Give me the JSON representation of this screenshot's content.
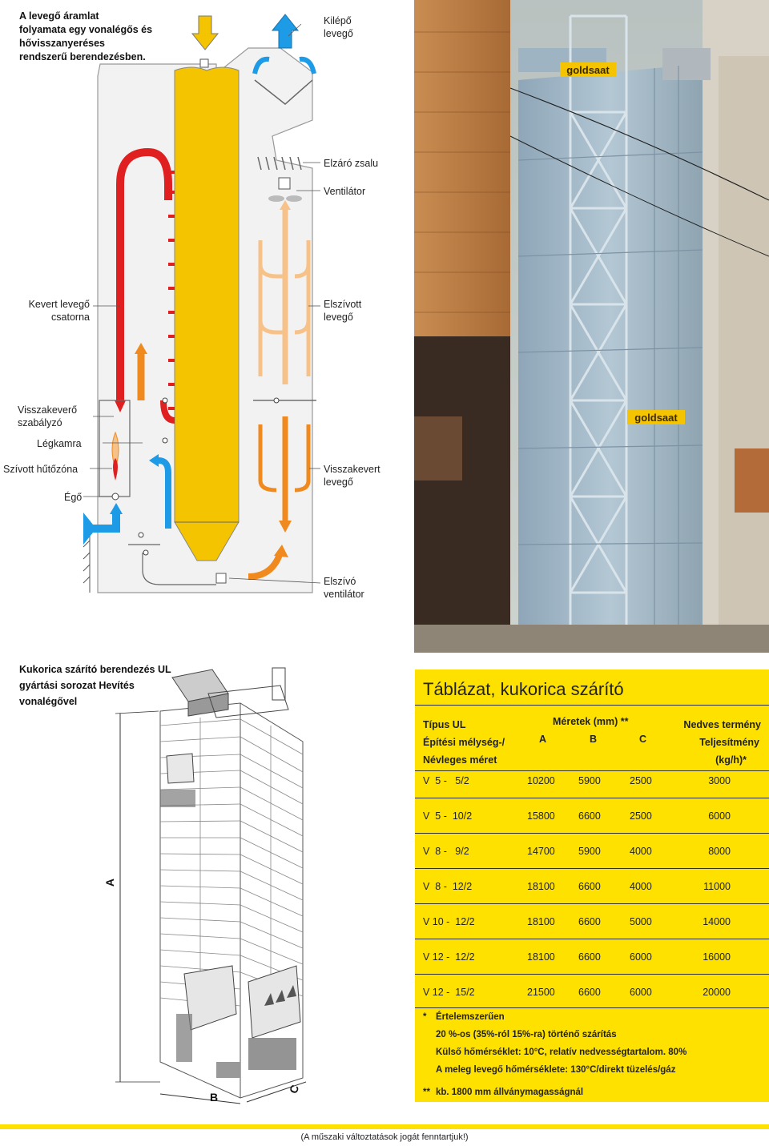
{
  "intro_text": [
    "A levegő áramlat",
    "folyamata egy vonalégős és",
    "hővisszanyeréses",
    "rendszerű berendezésben."
  ],
  "labels": {
    "exit_air": [
      "Kilépő",
      "levegő"
    ],
    "shutter": "Elzáró  zsalu",
    "fan": "Ventilátor",
    "mixed_air_duct": [
      "Kevert  levegő",
      "csatorna"
    ],
    "extracted_air": [
      "Elszívott",
      "levegő"
    ],
    "recirc_regulator": [
      "Visszakeverő",
      "szabályzó"
    ],
    "air_chamber": "Légkamra",
    "cooling_zone": "Szívott  hűtőzóna",
    "burner": "Égő",
    "recirc_air": [
      "Visszakevert",
      "levegő"
    ],
    "exhaust_fan": [
      "Elszívó",
      "ventilátor"
    ]
  },
  "drawing": {
    "caption": [
      "Kukorica szárító berendezés UL",
      "gyártási sorozat Hevítés",
      "vonalégővel"
    ],
    "dim_a": "A",
    "dim_b": "B",
    "dim_c": "C"
  },
  "photo": {
    "logo_top": "goldsaat",
    "logo_mid": "goldsaat"
  },
  "table": {
    "title": "Táblázat, kukorica szárító",
    "header": {
      "type_lines": [
        "Típus UL",
        "Építési mélység-/",
        "Névleges méret"
      ],
      "dims_title": "Méretek (mm) **",
      "dims_cols": [
        "A",
        "B",
        "C"
      ],
      "perf_lines": [
        "Nedves termény",
        "Teljesítmény",
        "(kg/h)*"
      ]
    },
    "rows": [
      {
        "type": "V  5 -   5/2",
        "a": "10200",
        "b": "5900",
        "c": "2500",
        "perf": "3000"
      },
      {
        "type": "V  5 -  10/2",
        "a": "15800",
        "b": "6600",
        "c": "2500",
        "perf": "6000"
      },
      {
        "type": "V  8 -   9/2",
        "a": "14700",
        "b": "5900",
        "c": "4000",
        "perf": "8000"
      },
      {
        "type": "V  8 -  12/2",
        "a": "18100",
        "b": "6600",
        "c": "4000",
        "perf": "11000"
      },
      {
        "type": "V 10 -  12/2",
        "a": "18100",
        "b": "6600",
        "c": "5000",
        "perf": "14000"
      },
      {
        "type": "V 12 -  12/2",
        "a": "18100",
        "b": "6600",
        "c": "6000",
        "perf": "16000"
      },
      {
        "type": "V 12 -  15/2",
        "a": "21500",
        "b": "6600",
        "c": "6000",
        "perf": "20000"
      }
    ],
    "notes": {
      "star_mark": "*",
      "star_title": "Értelemszerűen",
      "star_lines": [
        "20 %-os (35%-ról 15%-ra) történő szárítás",
        "Külső hőmérséklet: 10°C, relatív nedvességtartalom. 80%",
        "A meleg levegő hőmérséklete: 130°C/direkt tüzelés/gáz"
      ],
      "dstar_mark": "**",
      "dstar_text": "kb. 1800 mm állványmagasságnál"
    }
  },
  "footer": "(A műszaki változtatások jogát fenntartjuk!)",
  "colors": {
    "yellow": "#ffe100",
    "grain": "#f4c400",
    "red": "#e02020",
    "orange": "#f08a1e",
    "light_orange": "#f6c28a",
    "blue": "#1e9be6"
  }
}
